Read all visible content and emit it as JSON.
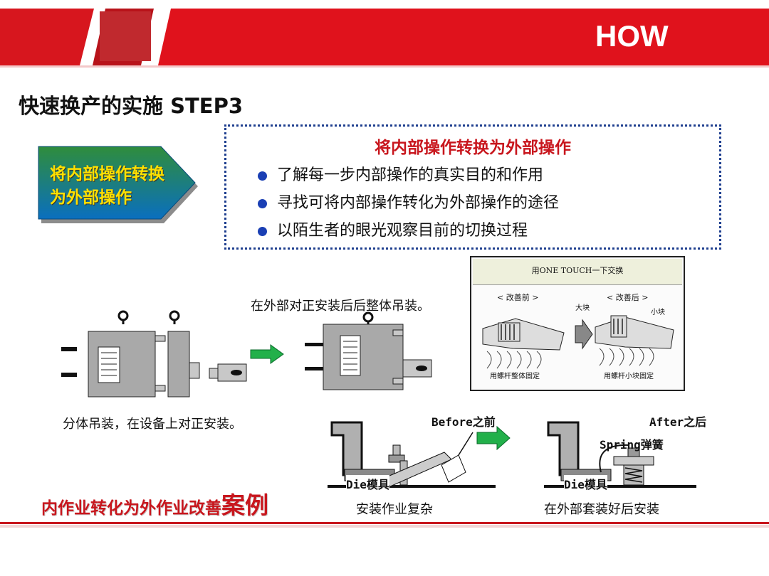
{
  "header": {
    "badge": "HOW",
    "colors": {
      "red": "#d7161e",
      "dark_red": "#a10f16",
      "box": "#c0292e"
    }
  },
  "page_title": "快速换产的实施 STEP3",
  "side_arrow": {
    "label": "将内部操作转换为外部操作",
    "colors": {
      "top": "#2a8a3a",
      "bottom": "#0a6fbf",
      "text": "#ffe000"
    }
  },
  "info_box": {
    "title": "将内部操作转换为外部操作",
    "bullets": [
      "了解每一步内部操作的真实目的和作用",
      "寻找可将内部操作转化为外部操作的途径",
      "以陌生者的眼光观察目前的切换过程"
    ]
  },
  "illustration1": {
    "left_caption": "分体吊装，在设备上对正安装。",
    "right_caption": "在外部对正安装后后整体吊装。"
  },
  "photo": {
    "header": "用ONE TOUCH一下交换",
    "before_label": "< 改善前 >",
    "after_label": "< 改善后 >",
    "big_block": "大块",
    "small_block": "小块",
    "before_caption": "用螺杆整体固定",
    "after_caption": "用螺杆小块固定"
  },
  "illustration2": {
    "before_label": "Before之前",
    "after_label": "After之后",
    "spring_label": "Spring弹簧",
    "die_label_left": "Die模具",
    "die_label_right": "Die模具",
    "caption_left": "安装作业复杂",
    "caption_right": "在外部套装好后安装"
  },
  "case_title": {
    "main": "内作业转化为外作业改善",
    "emphasis": "案例"
  }
}
